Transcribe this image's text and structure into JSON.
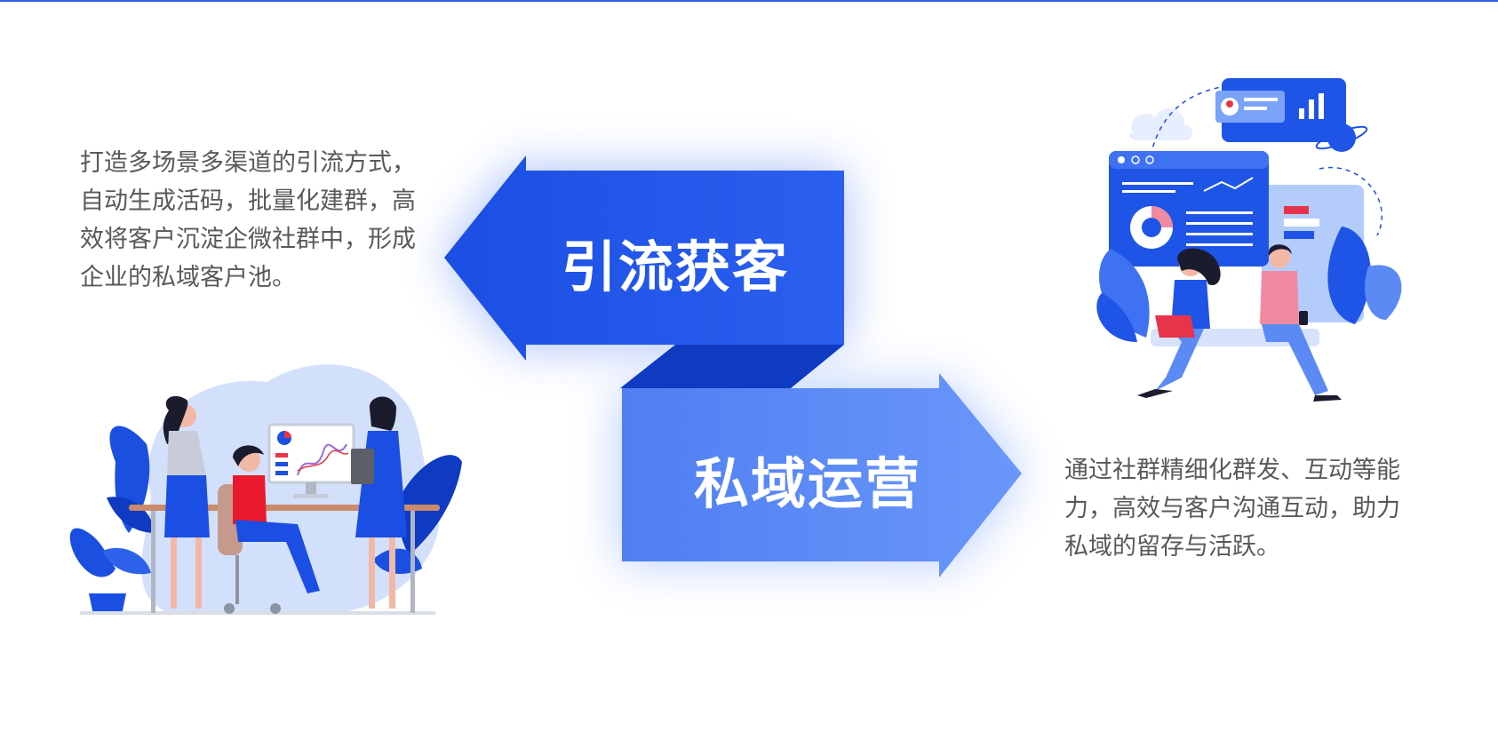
{
  "arrows": {
    "top_label": "引流获客",
    "bottom_label": "私域运营"
  },
  "descriptions": {
    "left_lines": [
      "打造多场景多渠道的引流方式，",
      "自动生成活码，批量化建群，高",
      "效将客户沉淀企微社群中，形成",
      "企业的私域客户池。"
    ],
    "right_lines": [
      "通过社群精细化群发、互动等能",
      "力，高效与客户沟通互动，助力",
      "私域的留存与活跃。"
    ]
  },
  "colors": {
    "arrow_top": "#1f55e6",
    "arrow_fold": "#0f3ac2",
    "arrow_bottom": "#5b8af5",
    "text_gray": "#595959",
    "accent": "#2f5ee8"
  },
  "illustrations": {
    "left": "team-meeting-illustration",
    "right": "dashboard-collaboration-illustration"
  }
}
